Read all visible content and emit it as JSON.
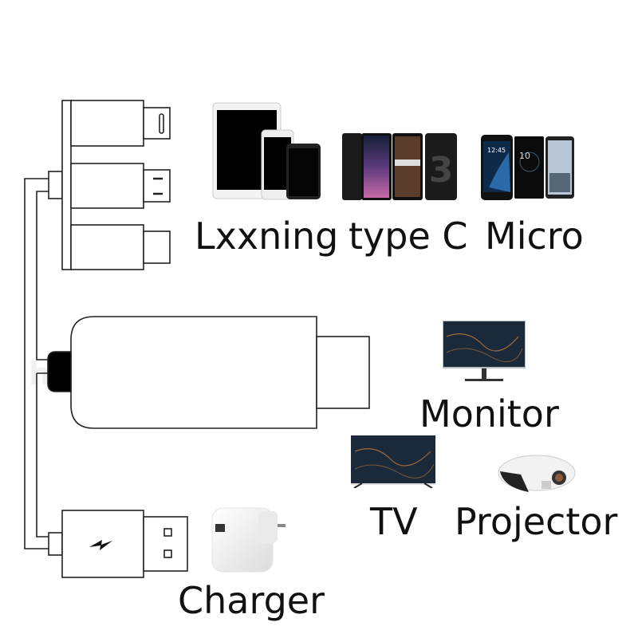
{
  "watermark": "hyco",
  "connectors": [
    {
      "name": "lightning",
      "tip": "oval-slot"
    },
    {
      "name": "micro-usb",
      "tip": "two-pins"
    },
    {
      "name": "type-c",
      "tip": "plain"
    }
  ],
  "charger_connector": {
    "icon": "lightning-bolt-icon",
    "tip": "usb-a"
  },
  "labels": {
    "lightning": "Lxxning",
    "type_c": "type C",
    "micro": "Micro",
    "monitor": "Monitor",
    "tv": "TV",
    "projector": "Projector",
    "charger": "Charger"
  },
  "colors": {
    "line": "#222222",
    "screen": "#0b0b0b",
    "display_art": "#1b2a3a"
  }
}
